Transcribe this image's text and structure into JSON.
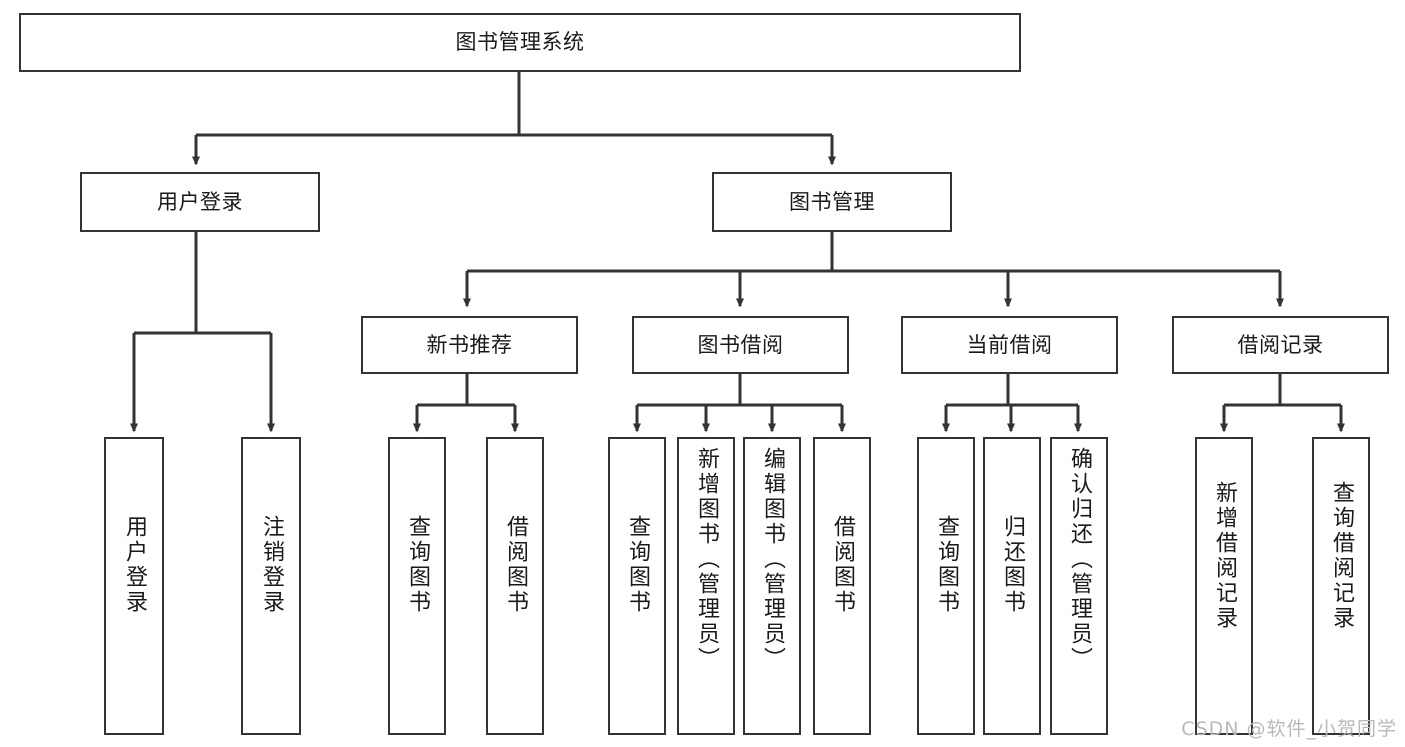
{
  "diagram": {
    "title": "图书管理系统",
    "type": "tree",
    "watermark": "CSDN @软件_小贺同学",
    "colors": {
      "stroke": "#333333",
      "box_fill": "#ffffff",
      "text": "#1a1a1a",
      "watermark": "#b9b9b9",
      "background": "#ffffff"
    },
    "levels": {
      "root": {
        "label": "图书管理系统"
      },
      "level2": [
        {
          "id": "user-login",
          "label": "用户登录"
        },
        {
          "id": "book-management",
          "label": "图书管理"
        }
      ],
      "level3": [
        {
          "id": "new-book-recommend",
          "label": "新书推荐",
          "parent": "book-management"
        },
        {
          "id": "book-borrow",
          "label": "图书借阅",
          "parent": "book-management"
        },
        {
          "id": "current-borrow",
          "label": "当前借阅",
          "parent": "book-management"
        },
        {
          "id": "borrow-record",
          "label": "借阅记录",
          "parent": "book-management"
        }
      ],
      "leaves": [
        {
          "id": "leaf-user-login",
          "label": "用户登录",
          "parent": "user-login"
        },
        {
          "id": "leaf-logout-login",
          "label": "注销登录",
          "parent": "user-login"
        },
        {
          "id": "leaf-query-book-1",
          "label": "查询图书",
          "parent": "new-book-recommend"
        },
        {
          "id": "leaf-borrow-book-1",
          "label": "借阅图书",
          "parent": "new-book-recommend"
        },
        {
          "id": "leaf-query-book-2",
          "label": "查询图书",
          "parent": "book-borrow"
        },
        {
          "id": "leaf-add-book",
          "label": "新增图书（管理员）",
          "parent": "book-borrow"
        },
        {
          "id": "leaf-edit-book",
          "label": "编辑图书（管理员）",
          "parent": "book-borrow"
        },
        {
          "id": "leaf-borrow-book-2",
          "label": "借阅图书",
          "parent": "book-borrow"
        },
        {
          "id": "leaf-query-book-3",
          "label": "查询图书",
          "parent": "current-borrow"
        },
        {
          "id": "leaf-return-book",
          "label": "归还图书",
          "parent": "current-borrow"
        },
        {
          "id": "leaf-confirm-return",
          "label": "确认归还（管理员）",
          "parent": "current-borrow"
        },
        {
          "id": "leaf-add-record",
          "label": "新增借阅记录",
          "parent": "borrow-record"
        },
        {
          "id": "leaf-query-record",
          "label": "查询借阅记录",
          "parent": "borrow-record"
        }
      ]
    }
  }
}
